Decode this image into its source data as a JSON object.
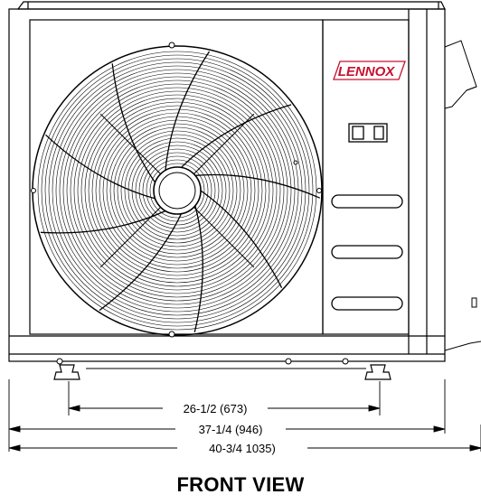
{
  "brand": {
    "name": "LENNOX",
    "color": "#c8102e"
  },
  "dimensions": [
    {
      "label": "26-1/2 (673)"
    },
    {
      "label": "37-1/4 (946)"
    },
    {
      "label": "40-3/4 1035)"
    }
  ],
  "caption": "FRONT VIEW",
  "colors": {
    "line": "#000000",
    "background": "#ffffff"
  }
}
